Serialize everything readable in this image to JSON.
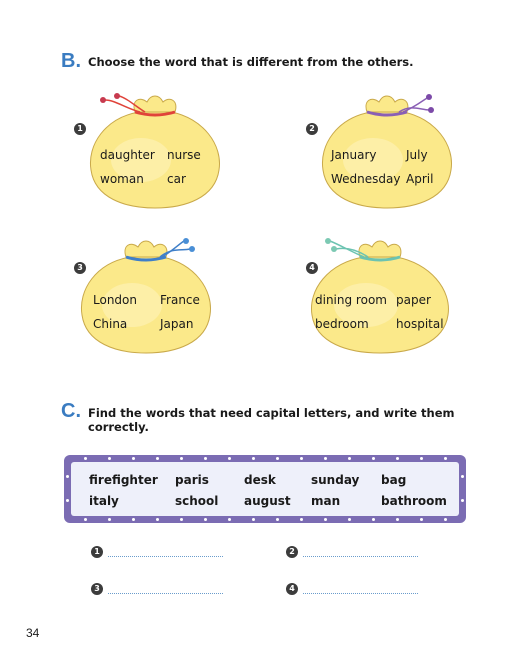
{
  "section_b": {
    "letter": "B.",
    "instruction": "Choose the word that is different from the others.",
    "bags": [
      {
        "number": "1",
        "words": [
          "daughter",
          "nurse",
          "woman",
          "car"
        ],
        "tie_color": "#e0433a",
        "knob_color": "#c73a4f"
      },
      {
        "number": "2",
        "words": [
          "January",
          "July",
          "Wednesday",
          "April"
        ],
        "tie_color": "#8a5fb5",
        "knob_color": "#7c4aa8"
      },
      {
        "number": "3",
        "words": [
          "London",
          "France",
          "China",
          "Japan"
        ],
        "tie_color": "#3f7fc9",
        "knob_color": "#4a8fd6"
      },
      {
        "number": "4",
        "words": [
          "dining room",
          "paper",
          "bedroom",
          "hospital"
        ],
        "tie_color": "#6cc3b1",
        "knob_color": "#7cc9b3"
      }
    ]
  },
  "section_c": {
    "letter": "C.",
    "instruction_line1": "Find the words that need capital letters, and write them",
    "instruction_line2": "correctly.",
    "words_row1": [
      "firefighter",
      "paris",
      "desk",
      "sunday",
      "bag"
    ],
    "words_row2": [
      "italy",
      "school",
      "august",
      "man",
      "bathroom"
    ],
    "answers": [
      {
        "number": "1"
      },
      {
        "number": "2"
      },
      {
        "number": "3"
      },
      {
        "number": "4"
      }
    ]
  },
  "page_number": "34",
  "colors": {
    "heading_blue": "#3a7cc1",
    "bag_fill": "#fbe98a",
    "bag_outline": "#c9a94a",
    "box_border": "#7b6cb3",
    "box_fill": "#eef0fa"
  }
}
